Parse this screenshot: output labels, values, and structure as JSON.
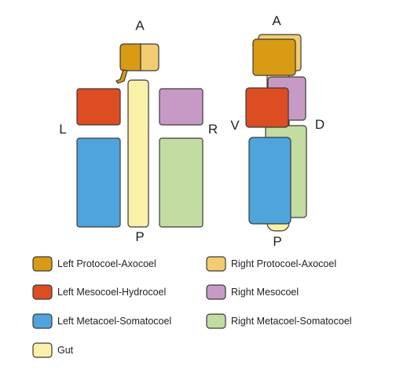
{
  "colors": {
    "left_protocoel": "#d99a14",
    "right_protocoel": "#f2cc70",
    "left_mesocoel": "#dd4d22",
    "right_mesocoel": "#c79ac6",
    "left_metacoel": "#4ea4db",
    "right_metacoel": "#c3dca2",
    "gut": "#fbf0a8",
    "outline": "#3a3a3a"
  },
  "diagram_left": {
    "anterior": "A",
    "posterior": "P",
    "left": "L",
    "right": "R"
  },
  "diagram_right": {
    "anterior": "A",
    "posterior": "P",
    "ventral": "V",
    "dorsal": "D"
  },
  "legend": [
    {
      "label": "Left Protocoel-Axocoel",
      "color_key": "left_protocoel"
    },
    {
      "label": "Right Protocoel-Axocoel",
      "color_key": "right_protocoel"
    },
    {
      "label": "Left Mesocoel-Hydrocoel",
      "color_key": "left_mesocoel"
    },
    {
      "label": "Right Mesocoel",
      "color_key": "right_mesocoel"
    },
    {
      "label": "Left Metacoel-Somatocoel",
      "color_key": "left_metacoel"
    },
    {
      "label": "Right Metacoel-Somatocoel",
      "color_key": "right_metacoel"
    },
    {
      "label": "Gut",
      "color_key": "gut"
    }
  ]
}
